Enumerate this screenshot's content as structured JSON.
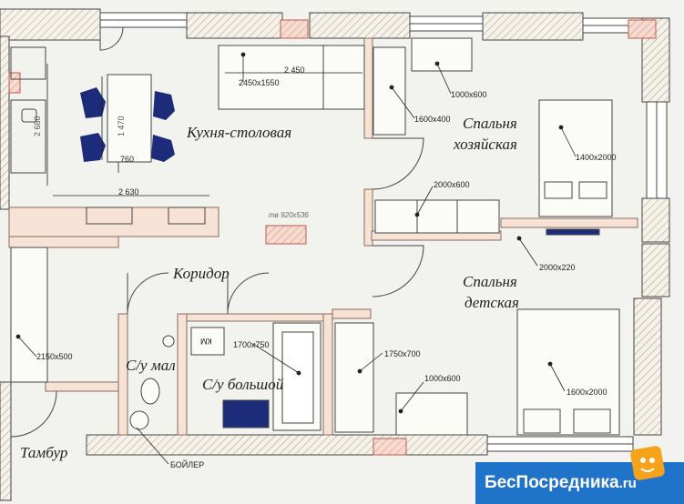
{
  "rooms": {
    "kitchen": "Кухня-столовая",
    "master_bedroom_1": "Спальня",
    "master_bedroom_2": "хозяйская",
    "corridor": "Коридор",
    "kids_bedroom_1": "Спальня",
    "kids_bedroom_2": "детская",
    "wc_small": "С/у мал",
    "wc_big": "С/у большой",
    "vestibule": "Тамбур"
  },
  "dimensions": {
    "sofa_width": "2 450",
    "sofa_size": "2450x1550",
    "master_desk": "1000x600",
    "wardrobe_kitchen": "1600x400",
    "master_bed": "1400x2000",
    "wardrobe_hall": "2000x600",
    "kitchen_length": "2 630",
    "table_length": "1 470",
    "kitchen_depth": "2 680",
    "table_width": "760",
    "tv_note": "тв 920x536",
    "kids_wardrobe": "2000x220",
    "vestibule_wardrobe": "2150x500",
    "bath": "1700x750",
    "kids_wardrobe_2": "1750x700",
    "kids_desk": "1000x600",
    "kids_bed": "1600x2000",
    "boiler": "БОЙЛЕР",
    "washer_label": "КМ"
  },
  "brand": {
    "name": "БесПосредника",
    "suffix": ".ru",
    "color": "#1f73c9"
  }
}
